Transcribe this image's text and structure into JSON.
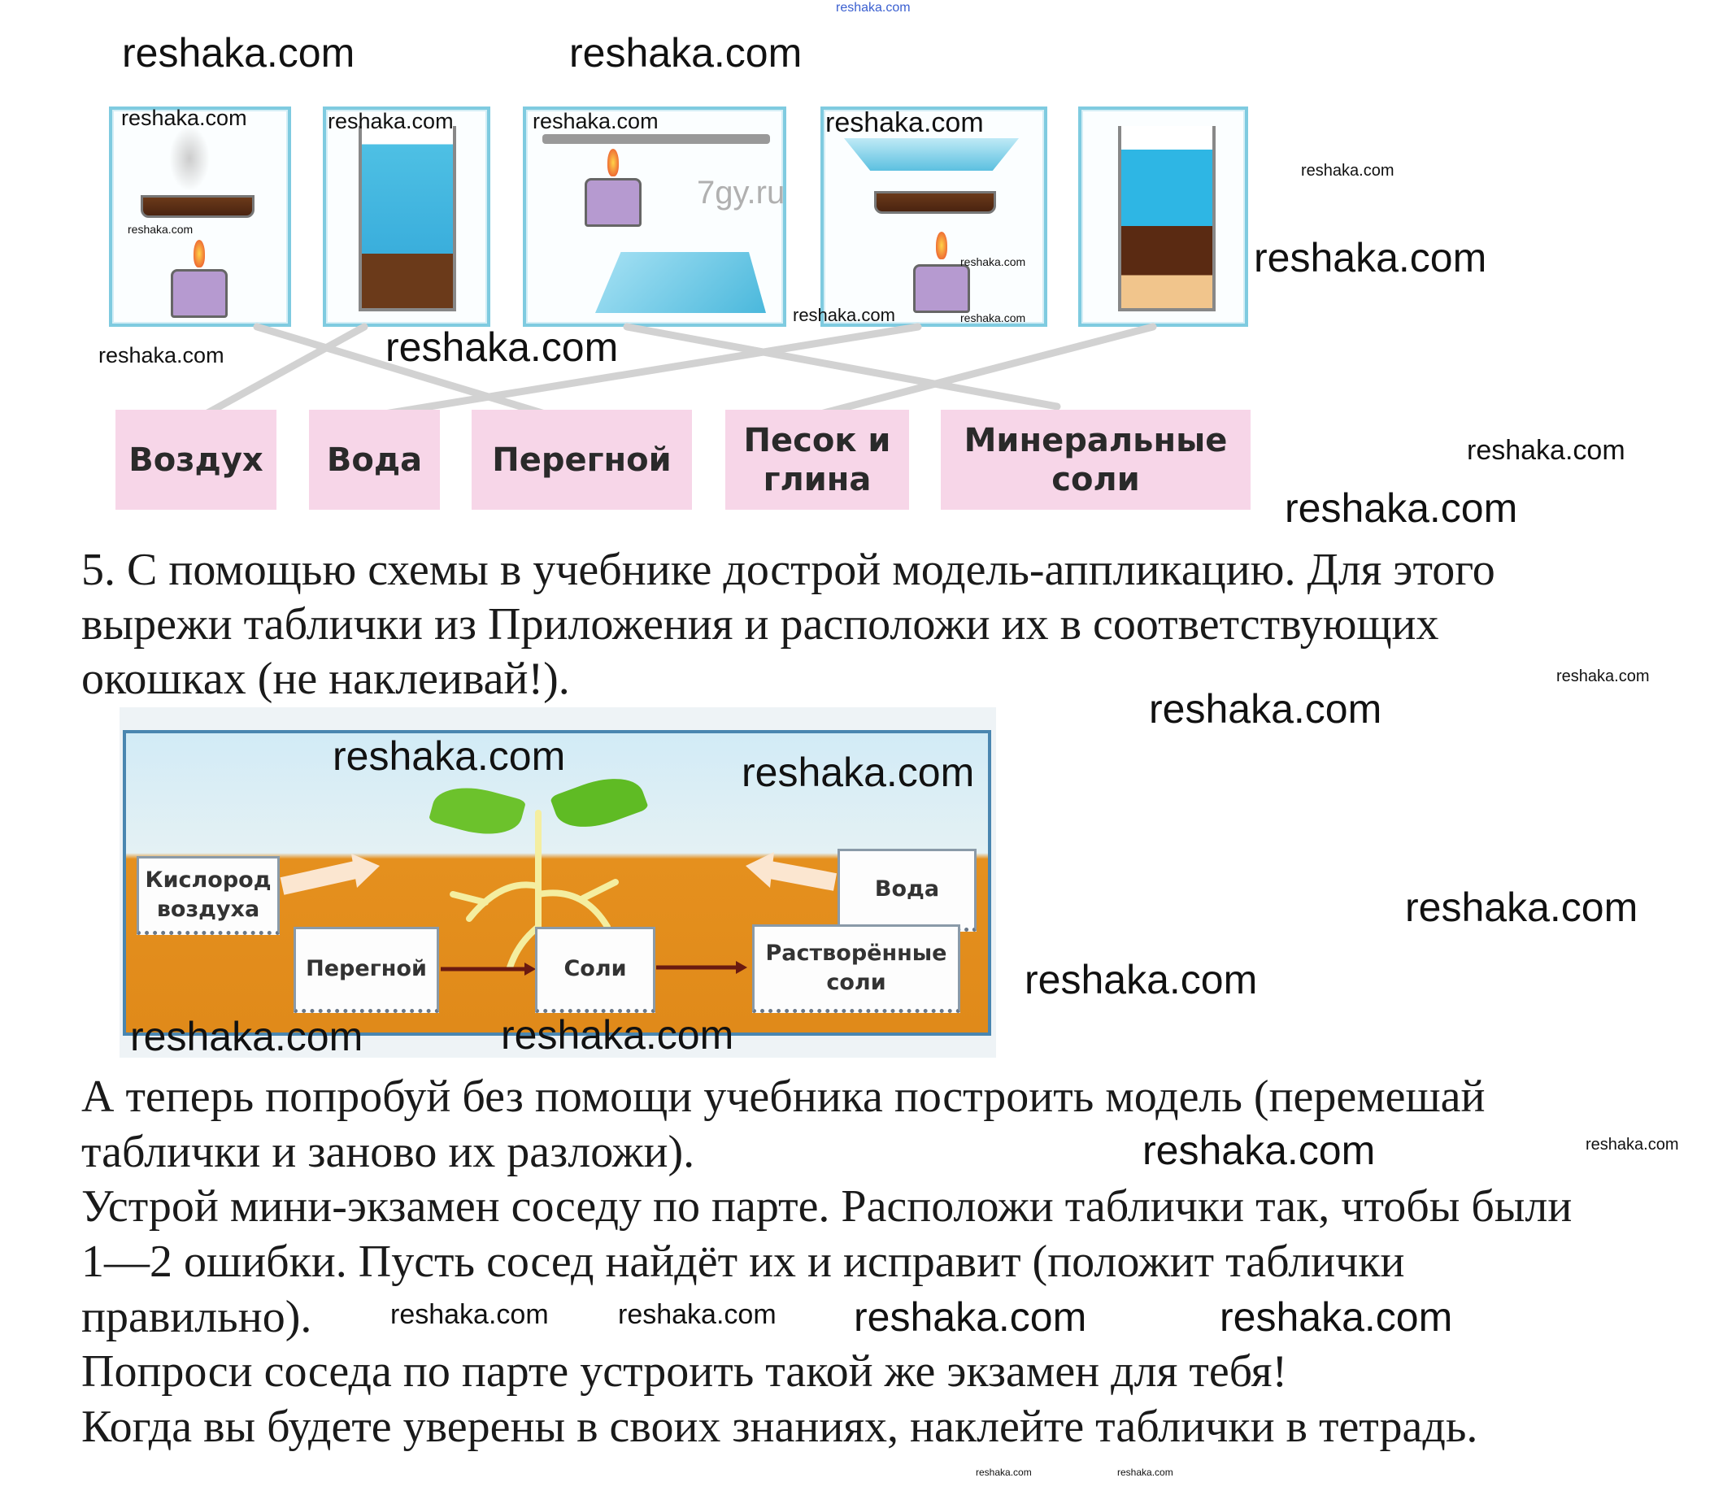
{
  "watermark": "reshaka.com",
  "watermarks": [
    "reshaka.com",
    "reshaka.com",
    "reshaka.com",
    "reshaka.com",
    "reshaka.com",
    "reshaka.com",
    "reshaka.com",
    "reshaka.com",
    "reshaka.com",
    "reshaka.com",
    "reshaka.com",
    "reshaka.com",
    "reshaka.com",
    "reshaka.com",
    "reshaka.com",
    "reshaka.com",
    "reshaka.com",
    "reshaka.com",
    "reshaka.com",
    "reshaka.com",
    "reshaka.com",
    "reshaka.com",
    "reshaka.com",
    "reshaka.com",
    "reshaka.com",
    "reshaka.com",
    "reshaka.com",
    "reshaka.com",
    "reshaka.com",
    "reshaka.com",
    "reshaka.com",
    "reshaka.com"
  ],
  "figure1": {
    "source_mark": "7gy.ru",
    "labels": [
      "Воздух",
      "Вода",
      "Перегной",
      "Песок и глина",
      "Минеральные соли"
    ]
  },
  "task5": {
    "lines": [
      "5. С помощью схемы в учебнике дострой модель-аппликацию. Для этого",
      "вырежи таблички из Приложения и расположи их в соответствующих",
      "окошках (не наклеивай!)."
    ]
  },
  "figure2": {
    "boxes": {
      "oxygen": "Кислород воздуха",
      "humus": "Перегной",
      "salts": "Соли",
      "water": "Вода",
      "dissolved": "Растворённые соли"
    }
  },
  "instructions": {
    "lines": [
      "А теперь попробуй без помощи учебника построить модель (перемешай",
      "таблички и заново их разложи).",
      "Устрой мини-экзамен соседу по парте. Расположи таблички так, чтобы были",
      "1—2 ошибки. Пусть сосед найдёт их и исправит (положит таблички",
      "правильно).",
      "Попроси соседа по парте устроить такой же экзамен для тебя!",
      "Когда вы будете уверены в своих знаниях, наклейте таблички в тетрадь."
    ]
  }
}
